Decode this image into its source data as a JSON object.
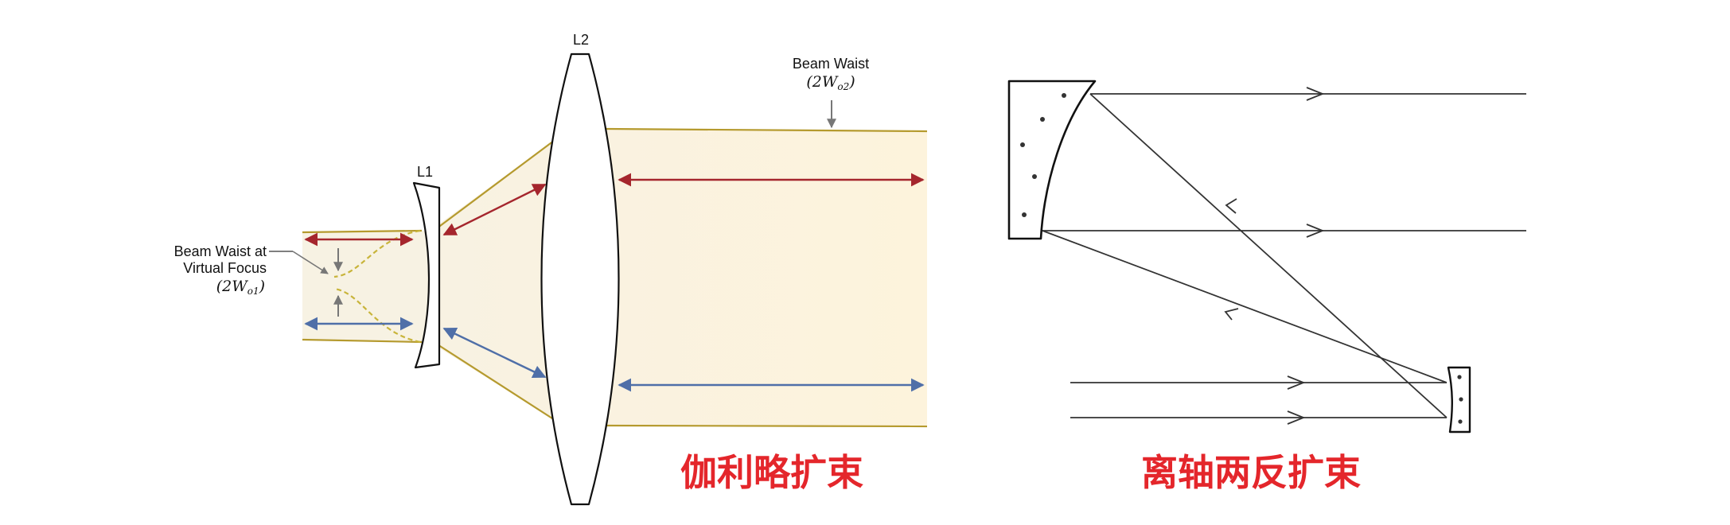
{
  "galilean": {
    "lens1_label": "L1",
    "lens2_label": "L2",
    "beam_waist_virtual": {
      "line1": "Beam Waist at",
      "line2": "Virtual Focus",
      "math": "(2W",
      "sub": "o1",
      "close": ")"
    },
    "beam_waist_output": {
      "line1": "Beam Waist",
      "math": "(2W",
      "sub": "o2",
      "close": ")"
    },
    "caption": "伽利略扩束",
    "colors": {
      "red_arrow": "#a5262d",
      "blue_arrow": "#4f6fa8",
      "beam_edge": "#b59a2e",
      "beam_fill": "#fbf1da",
      "waist_dashed": "#c8b43a",
      "gray_arrow": "#777777"
    }
  },
  "off_axis": {
    "caption": "离轴两反扩束"
  }
}
